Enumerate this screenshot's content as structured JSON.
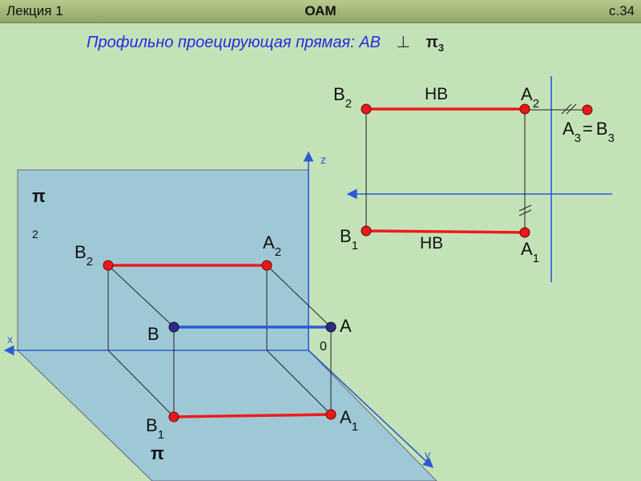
{
  "header": {
    "left": "Лекция 1",
    "center": "ОАМ",
    "right": "с.34"
  },
  "title": {
    "text": "Профильно проецирующая прямая: АВ",
    "perp": "⊥",
    "plane": "π",
    "plane_sub": "3"
  },
  "labels3d": {
    "pi_v": "π",
    "pi_v_sub": "2",
    "pi_h": "π",
    "B2": "B",
    "B2_sub": "2",
    "A2": "A",
    "A2_sub": "2",
    "B": "B",
    "A": "A",
    "B1": "B",
    "B1_sub": "1",
    "A1": "A",
    "A1_sub": "1",
    "x": "x",
    "z": "z",
    "y": "y",
    "origin": "0"
  },
  "epure": {
    "B2": "B",
    "B2_sub": "2",
    "A2": "A",
    "A2_sub": "2",
    "A3": "A",
    "A3_sub": "3",
    "eq": "=",
    "B3": "B",
    "B3_sub": "3",
    "NV_top": "НВ",
    "NV_bottom": "НВ",
    "B1": "B",
    "B1_sub": "1",
    "A1": "A",
    "A1_sub": "1"
  },
  "colors": {
    "background": "#c4e2b8",
    "plane": "#9fc8d6",
    "axis": "#2a5bd6",
    "red_line": "#ee1c1c",
    "red_point": "#e51a1a",
    "blue_point": "#2b2b8c",
    "blue_line": "#2a5bd6"
  }
}
